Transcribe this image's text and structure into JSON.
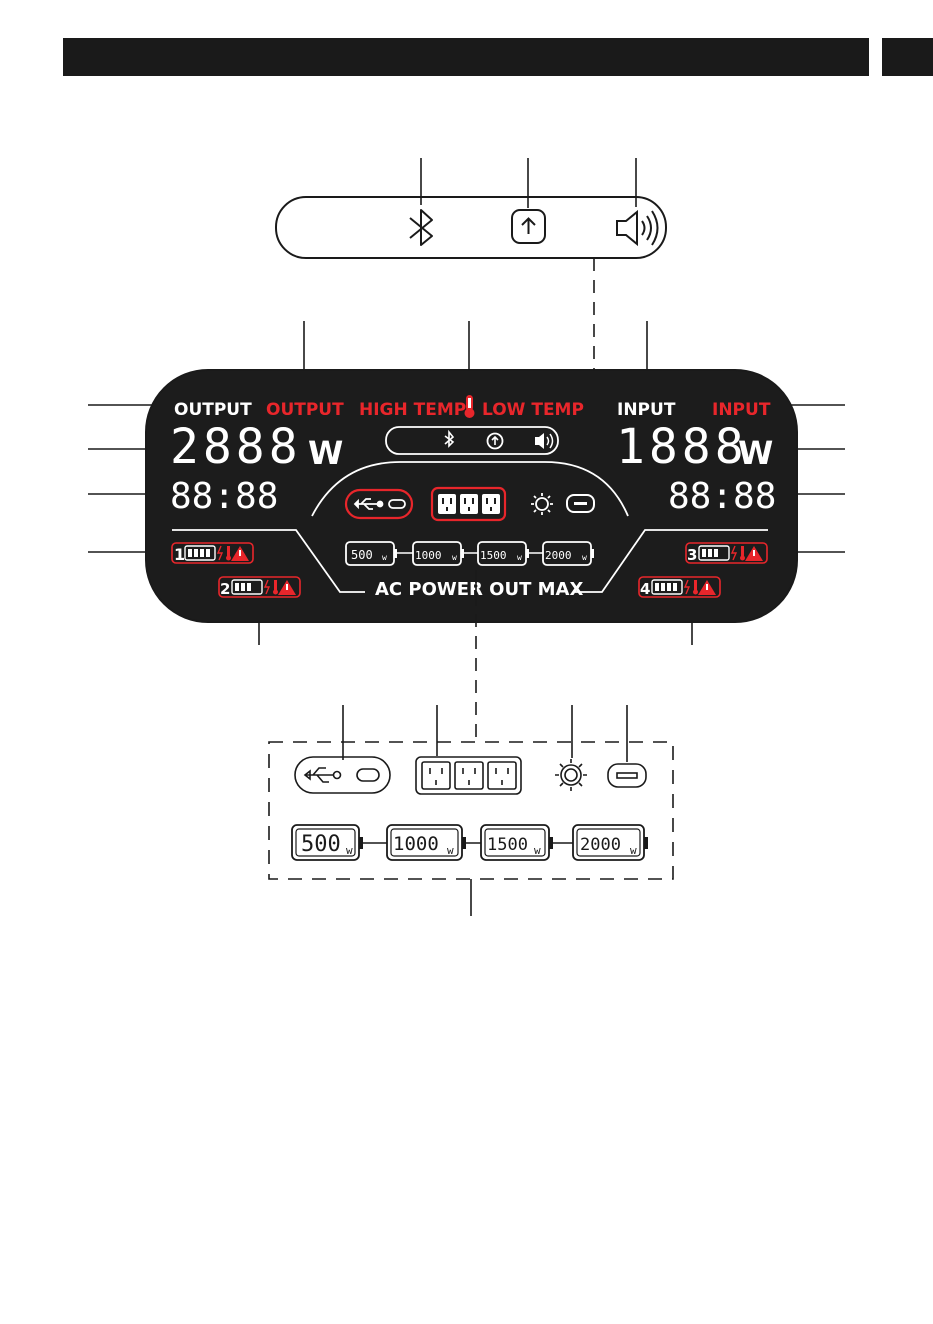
{
  "display": {
    "output_label_white": "OUTPUT",
    "output_label_red": "OUTPUT",
    "high_temp": "HIGH TEMP",
    "low_temp": "LOW TEMP",
    "input_label_white": "INPUT",
    "input_label_red": "INPUT",
    "output_watts": "2888",
    "input_watts": "1888",
    "unit": "W",
    "output_time": "88:88",
    "input_time": "88:88",
    "ac_power_out_max": "AC POWER OUT MAX",
    "battery_numbers": [
      "1",
      "2",
      "3",
      "4"
    ],
    "power_levels": [
      "500",
      "1000",
      "1500",
      "2000"
    ],
    "power_unit": "w"
  },
  "colors": {
    "panel": "#1c1c1c",
    "accent_red": "#e8262b",
    "white": "#ffffff",
    "line": "#1a1a1a"
  },
  "icons": {
    "top_bar": [
      "bluetooth-icon",
      "upload-icon",
      "speaker-icon"
    ],
    "indicators": [
      "usb-icon",
      "ac-outlet-icon",
      "sun-icon",
      "dc-port-icon"
    ]
  }
}
